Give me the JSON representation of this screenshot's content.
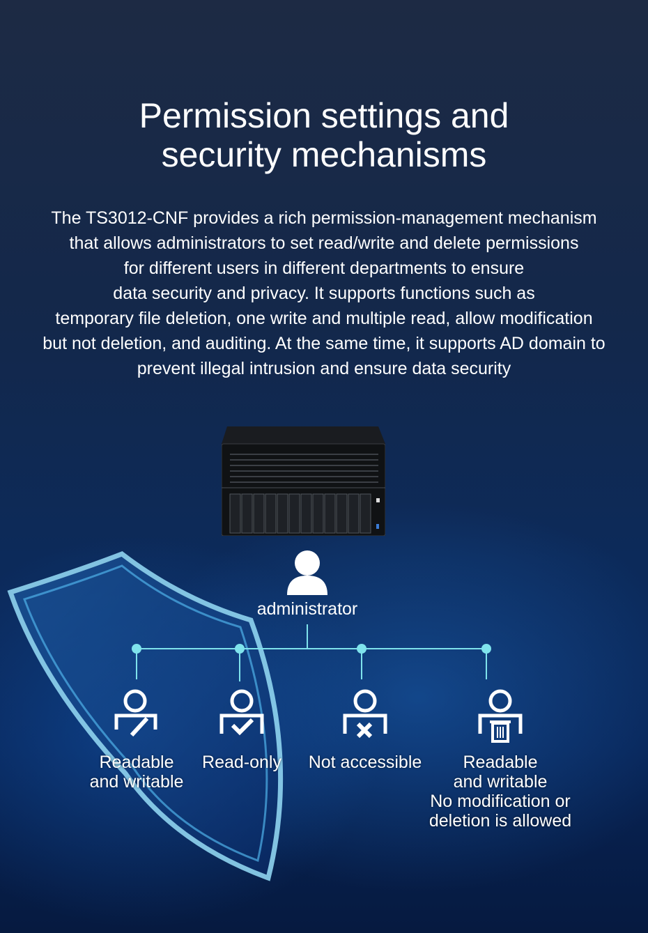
{
  "title": [
    "Permission settings and",
    "security mechanisms"
  ],
  "description": [
    "The TS3012-CNF provides a rich permission-management mechanism",
    "that allows administrators to set read/write and delete permissions",
    "for different users in different departments to ensure",
    "data security and privacy.  It supports functions such as",
    "temporary file deletion, one write and multiple read, allow modification",
    "but not deletion, and auditing. At the same time, it supports AD domain to",
    "prevent illegal intrusion and ensure data security"
  ],
  "admin": {
    "label": "administrator"
  },
  "users": [
    {
      "icon": "user-edit-icon",
      "lines": [
        "Readable",
        "and writable"
      ]
    },
    {
      "icon": "user-check-icon",
      "lines": [
        "Read-only"
      ]
    },
    {
      "icon": "user-block-icon",
      "lines": [
        "Not accessible"
      ]
    },
    {
      "icon": "user-trash-icon",
      "lines": [
        "Readable",
        "and writable",
        "No modification or",
        "deletion is allowed"
      ]
    }
  ],
  "colors": {
    "accent": "#7fe3ec",
    "background": "#0c2a5a"
  }
}
